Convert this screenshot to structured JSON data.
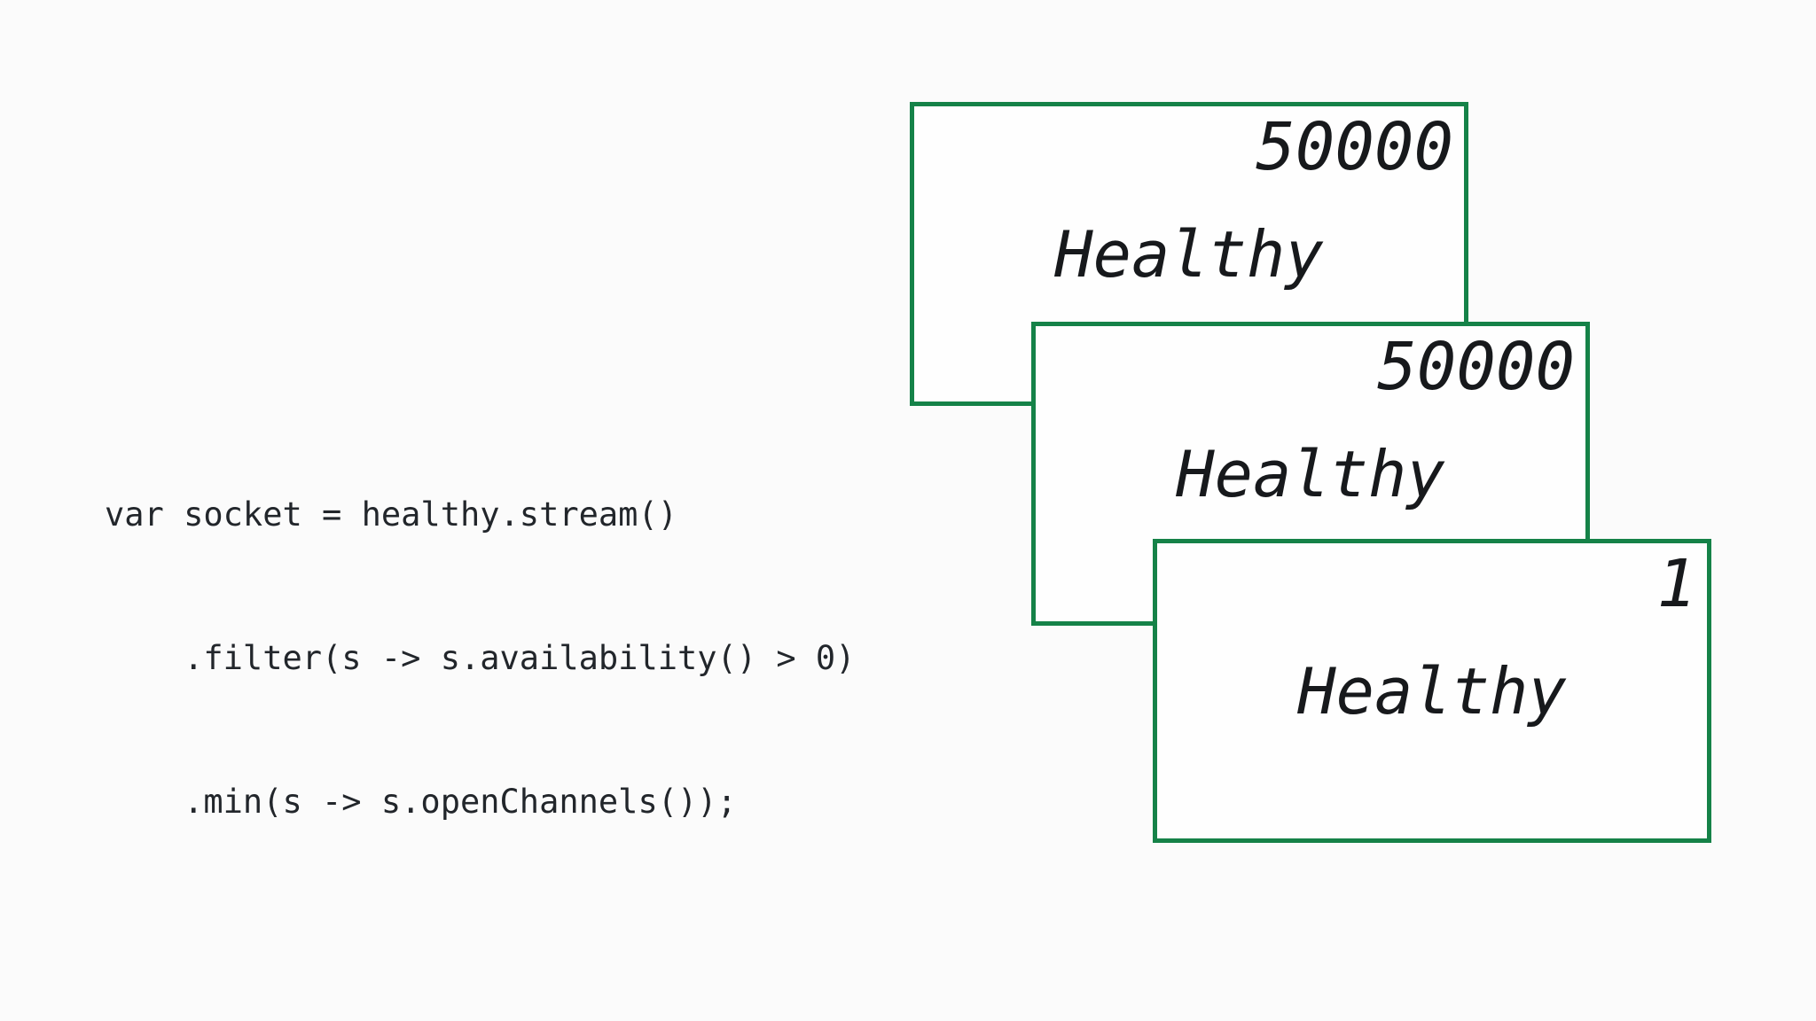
{
  "colors": {
    "background": "#fbfbfb",
    "card_fill": "#fefefe",
    "card_border_green": "#158248",
    "text": "#17191c",
    "code_text": "#22262b"
  },
  "code": {
    "line1": "var socket = healthy.stream()",
    "line2": "    .filter(s -> s.availability() > 0)",
    "line3": "    .min(s -> s.openChannels());"
  },
  "cards": [
    {
      "open_channels": "50000",
      "status": "Healthy"
    },
    {
      "open_channels": "50000",
      "status": "Healthy"
    },
    {
      "open_channels": "1",
      "status": "Healthy"
    }
  ]
}
